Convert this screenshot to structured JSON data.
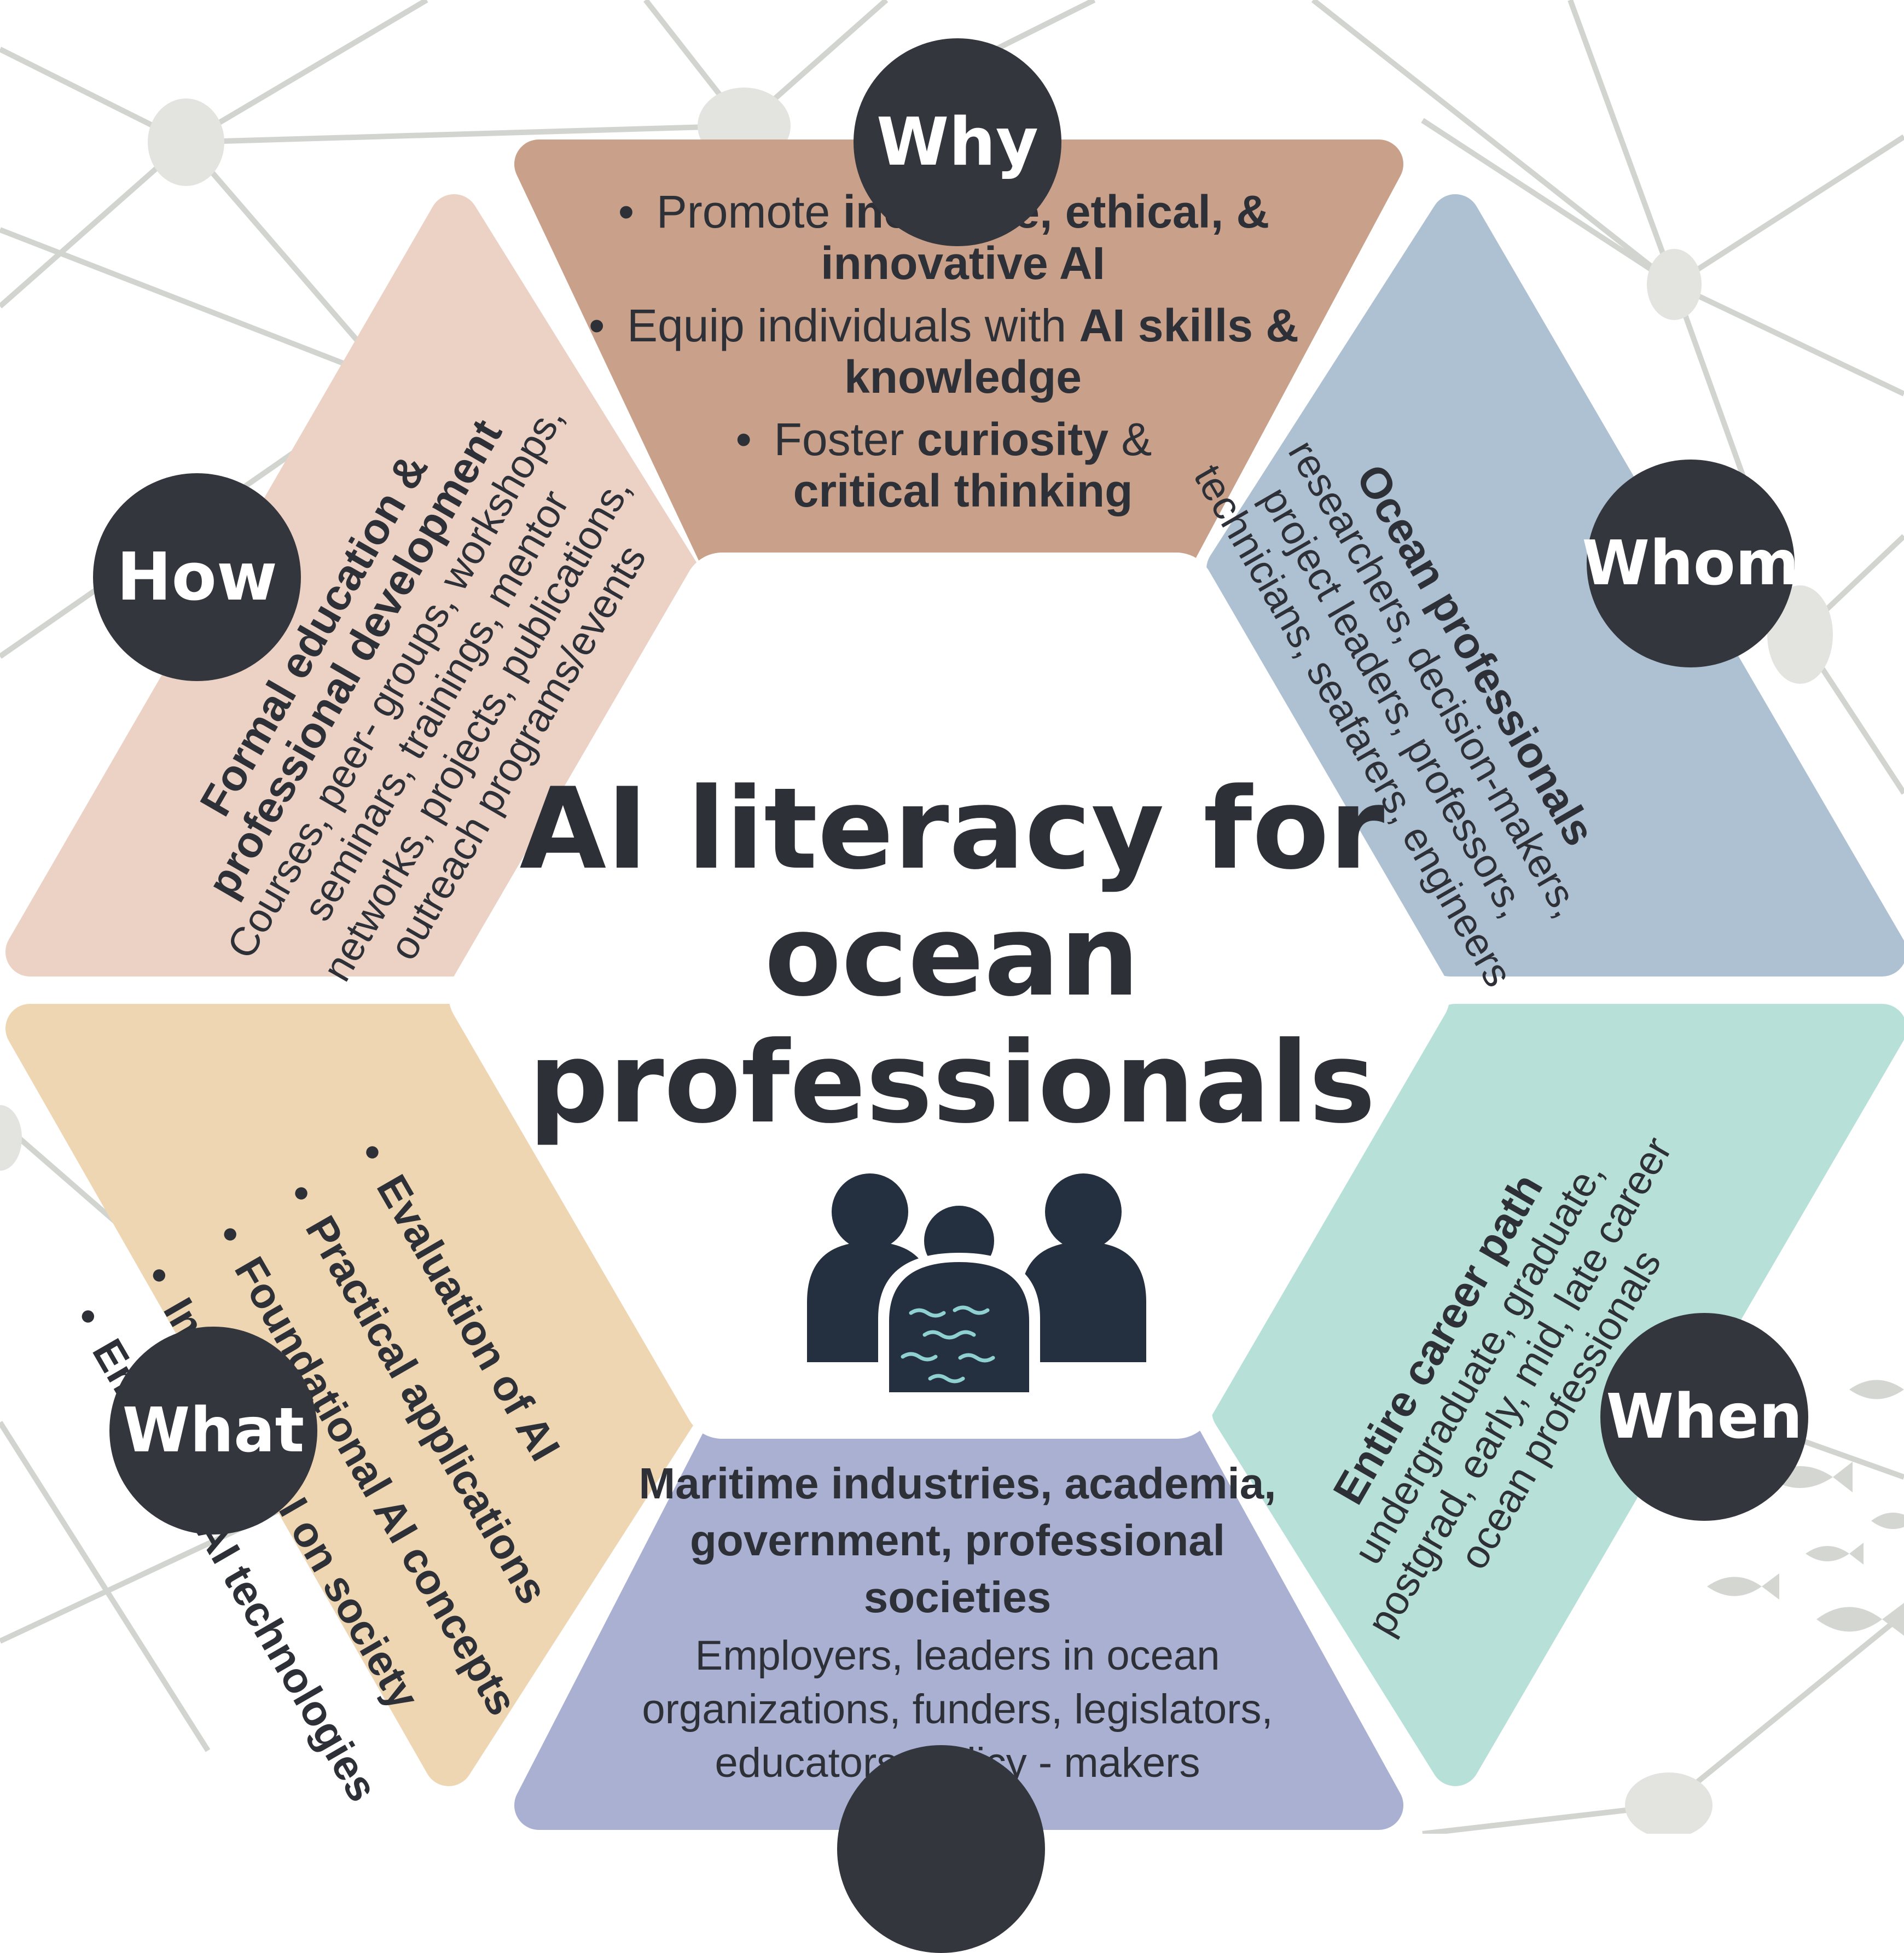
{
  "title": "AI literacy for ocean professionals",
  "colors": {
    "why": "#c9a08a",
    "whom": "#aec1d2",
    "when": "#b7e0d9",
    "who": "#aab0d2",
    "what": "#efd6b3",
    "how": "#ecd1c5",
    "badge": "#34363d",
    "center": "#ffffff",
    "network_line": "#d2d4d0",
    "network_node": "#e3e4df"
  },
  "segments": {
    "why": {
      "badge": "Why",
      "items": [
        {
          "plain": "Promote ",
          "bold": "inclusive, ethical, & innovative AI",
          "tail": ""
        },
        {
          "plain": "Equip individuals with ",
          "bold": "AI skills & knowledge",
          "tail": ""
        },
        {
          "plain": "Foster ",
          "bold": "curiosity",
          "tail": " & ",
          "bold2": "critical thinking"
        }
      ]
    },
    "whom": {
      "badge": "Whom",
      "head": "Ocean professionals",
      "body": "researchers, decision-makers, project leaders, professors, technicians, seafarers, engineers"
    },
    "when": {
      "badge": "When",
      "head": "Entire career path",
      "body": "undergraduate, graduate, postgrad, early, mid, late career ocean professionals"
    },
    "who": {
      "head": "Maritime industries, academia, government, professional societies",
      "body": "Employers, leaders in ocean organizations, funders, legislators, educators, policy - makers"
    },
    "what": {
      "badge": "What",
      "items": [
        "Evaluation of AI",
        "Practical applications",
        "Foundational AI concepts",
        "Impact of AI on society",
        "Emerging AI technologies"
      ]
    },
    "how": {
      "badge": "How",
      "head": "Formal education & professional development",
      "body": "Courses, peer- groups, workshops, seminars, trainings, mentor networks, projects, publications, outreach programs/events"
    }
  },
  "icons": {
    "center": "people-group-ocean-icon",
    "fish": "fish-school-icon"
  }
}
